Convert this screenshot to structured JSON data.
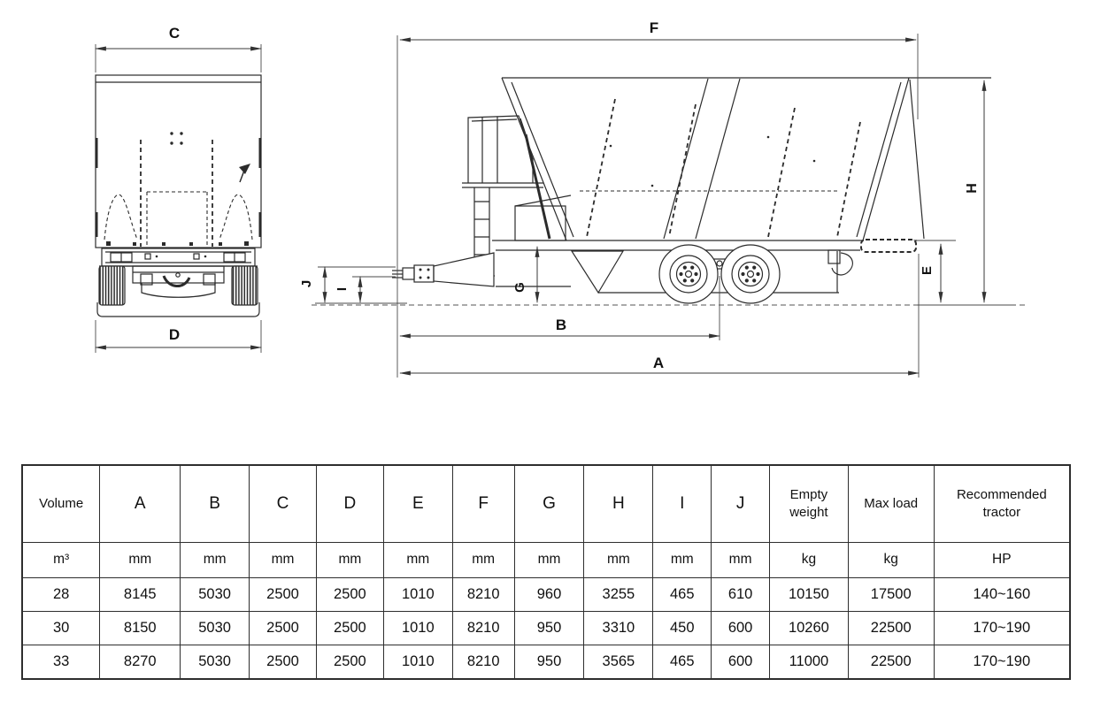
{
  "colors": {
    "background": "#ffffff",
    "drawing_line": "#2b2b2b",
    "dimension_line": "#3a3a3a",
    "table_border": "#2e2e2e",
    "text": "#111111"
  },
  "diagram": {
    "labels": {
      "overall_length": "A",
      "hitch_to_axle": "B",
      "body_width": "C",
      "track_width": "D",
      "platform_height": "E",
      "total_length": "F",
      "ground_clearance": "G",
      "overall_height": "H",
      "hitch_center_height": "I",
      "hitch_top_height": "J"
    }
  },
  "table": {
    "headers": [
      "Volume",
      "A",
      "B",
      "C",
      "D",
      "E",
      "F",
      "G",
      "H",
      "I",
      "J",
      "Empty weight",
      "Max load",
      "Recommended tractor"
    ],
    "units": [
      "m³",
      "mm",
      "mm",
      "mm",
      "mm",
      "mm",
      "mm",
      "mm",
      "mm",
      "mm",
      "mm",
      "kg",
      "kg",
      "HP"
    ],
    "rows": [
      [
        "28",
        "8145",
        "5030",
        "2500",
        "2500",
        "1010",
        "8210",
        "960",
        "3255",
        "465",
        "610",
        "10150",
        "17500",
        "140~160"
      ],
      [
        "30",
        "8150",
        "5030",
        "2500",
        "2500",
        "1010",
        "8210",
        "950",
        "3310",
        "450",
        "600",
        "10260",
        "22500",
        "170~190"
      ],
      [
        "33",
        "8270",
        "5030",
        "2500",
        "2500",
        "1010",
        "8210",
        "950",
        "3565",
        "465",
        "600",
        "11000",
        "22500",
        "170~190"
      ]
    ]
  }
}
